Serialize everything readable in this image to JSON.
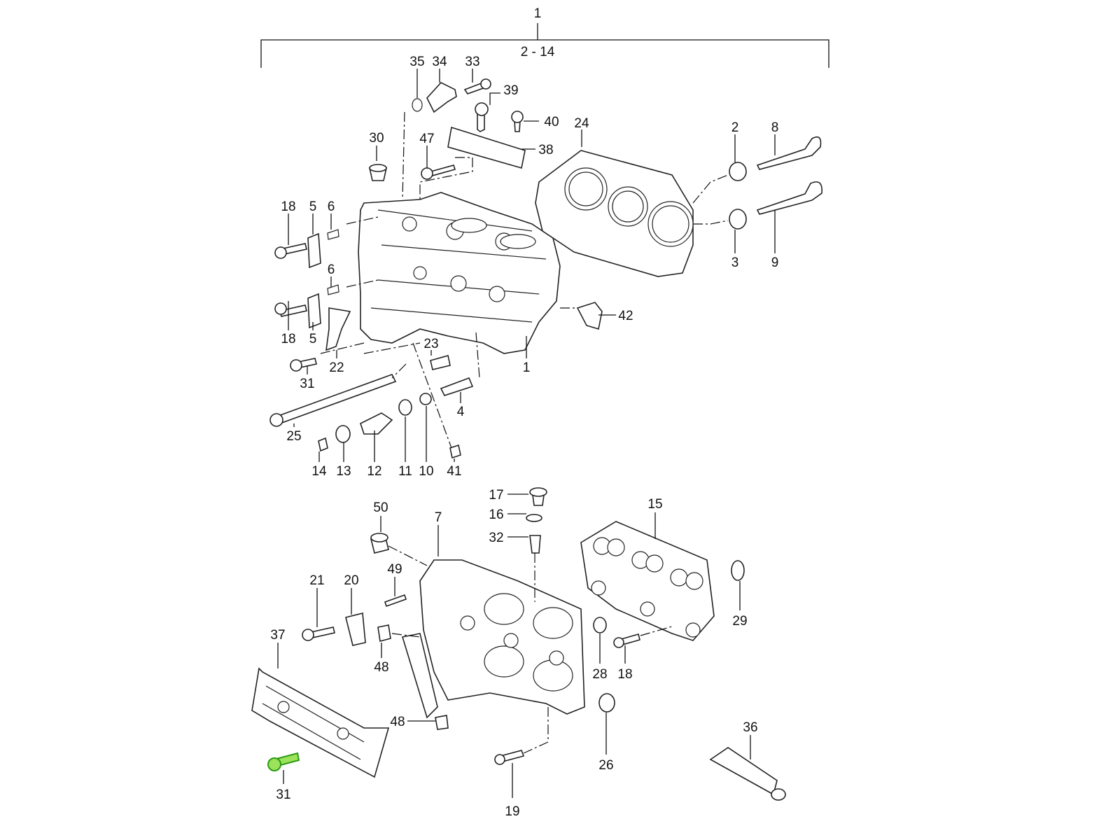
{
  "diagram": {
    "title_group": "1",
    "sub_group": "2 - 14",
    "highlight_color": "#9be35a",
    "highlighted_part": "31",
    "labels": [
      "35",
      "34",
      "33",
      "39",
      "40",
      "24",
      "2",
      "8",
      "30",
      "47",
      "38",
      "18",
      "5",
      "6",
      "3",
      "9",
      "6",
      "42",
      "18",
      "5",
      "23",
      "22",
      "1",
      "31",
      "4",
      "25",
      "14",
      "13",
      "12",
      "11",
      "10",
      "41",
      "17",
      "50",
      "15",
      "16",
      "7",
      "32",
      "49",
      "21",
      "20",
      "29",
      "37",
      "48",
      "28",
      "18",
      "48",
      "36",
      "26",
      "31",
      "19"
    ]
  }
}
